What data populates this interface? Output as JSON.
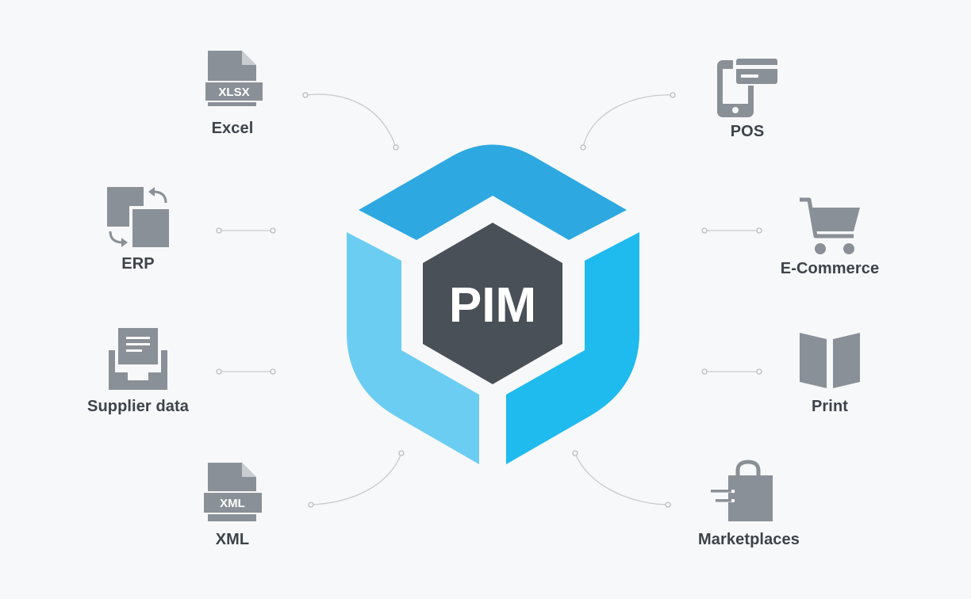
{
  "center": {
    "label": "PIM"
  },
  "colors": {
    "background": "#f7f8f9",
    "icon": "#8a9097",
    "hub_dark": "#4a5058",
    "cube_top": "#2ea8e0",
    "cube_left": "#6ccdf2",
    "cube_right": "#1fbaee",
    "connector": "#c8cbcf",
    "label": "#3d434a"
  },
  "sources": [
    {
      "id": "excel",
      "label": "Excel",
      "icon": "xlsx-file-icon",
      "badge": "XLSX"
    },
    {
      "id": "erp",
      "label": "ERP",
      "icon": "sync-documents-icon"
    },
    {
      "id": "supplier",
      "label": "Supplier data",
      "icon": "inbox-tray-icon"
    },
    {
      "id": "xml",
      "label": "XML",
      "icon": "xml-file-icon",
      "badge": "XML"
    }
  ],
  "channels": [
    {
      "id": "pos",
      "label": "POS",
      "icon": "pos-terminal-icon"
    },
    {
      "id": "ecommerce",
      "label": "E-Commerce",
      "icon": "shopping-cart-icon"
    },
    {
      "id": "print",
      "label": "Print",
      "icon": "open-book-icon"
    },
    {
      "id": "marketplaces",
      "label": "Marketplaces",
      "icon": "shopping-bag-icon"
    }
  ]
}
